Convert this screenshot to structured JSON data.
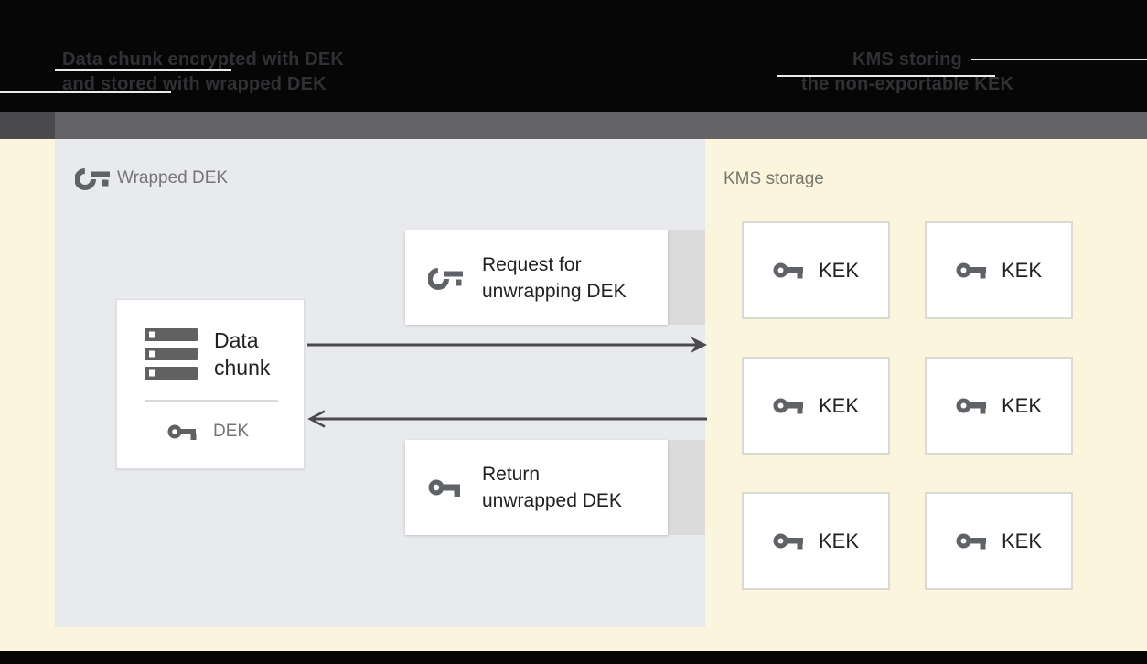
{
  "header": {
    "left_caption": {
      "line1": "Data chunk encrypted with DEK",
      "line2": "and stored with wrapped DEK"
    },
    "right_caption": {
      "line1": "KMS storing",
      "line2": "the non-exportable KEK"
    }
  },
  "diagram": {
    "wrapped_dek_panel": {
      "title": "Wrapped DEK",
      "data_chunk_box": {
        "line1": "Data",
        "line2": "chunk",
        "key_label": "DEK"
      },
      "request_box": {
        "line1": "Request for",
        "line2": "unwrapping DEK"
      },
      "return_box": {
        "line1": "Return",
        "line2": "unwrapped DEK"
      }
    },
    "kms_storage": {
      "title": "KMS storage",
      "keys": [
        "KEK",
        "KEK",
        "KEK",
        "KEK",
        "KEK",
        "KEK"
      ]
    }
  },
  "icons": {
    "wrapped_dek": "key-outline-icon",
    "request": "key-outline-icon",
    "return": "key-solid-icon",
    "dek": "key-solid-icon",
    "kek": "key-solid-icon",
    "data_chunk": "storage-icon"
  },
  "colors": {
    "header_bg": "#060606",
    "header_text": "#303134",
    "band_gray": "#646467",
    "band_gray_dark": "#4B4B4D",
    "canvas_cream": "#FCF5DD",
    "panel_gray": "#E8EAEE",
    "box_white": "#FFFFFF",
    "strip_gray": "#DBDBDB",
    "kek_border": "#D9DAD2",
    "icon_gray": "#5F6368",
    "text_dark": "#212121",
    "text_muted": "#757575",
    "arrow": "#4A4A4B"
  }
}
